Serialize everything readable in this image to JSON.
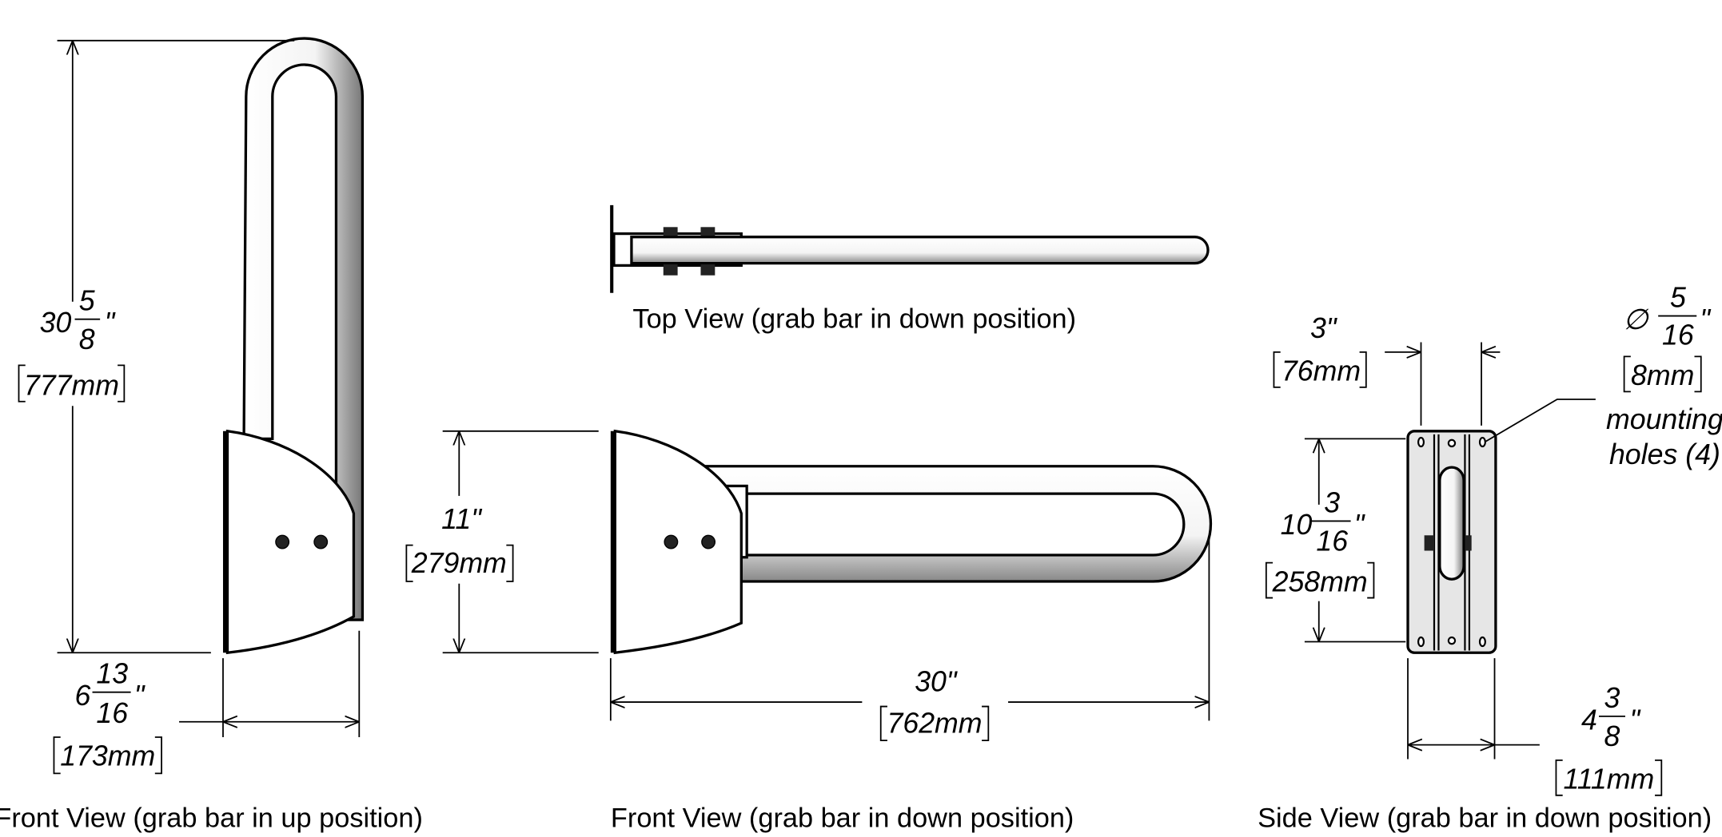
{
  "views": {
    "front_up": {
      "caption": "Front View (grab bar in up position)",
      "height": {
        "whole": "30",
        "num": "5",
        "den": "8",
        "unit": "\"",
        "mm": "777mm"
      },
      "depth": {
        "whole": "6",
        "num": "13",
        "den": "16",
        "unit": "\"",
        "mm": "173mm"
      }
    },
    "top": {
      "caption": "Top View (grab bar in down position)"
    },
    "front_down": {
      "caption": "Front View (grab bar in down position)",
      "height": {
        "whole": "11\"",
        "mm": "279mm"
      },
      "length": {
        "whole": "30\"",
        "mm": "762mm"
      }
    },
    "side": {
      "caption": "Side View (grab bar in down position)",
      "hole_spacing": {
        "whole": "3\"",
        "mm": "76mm"
      },
      "hole_diameter": {
        "symbol": "∅",
        "num": "5",
        "den": "16",
        "unit": "\"",
        "mm": "8mm",
        "note1": "mounting",
        "note2": "holes (4)"
      },
      "plate_height": {
        "whole": "10",
        "num": "3",
        "den": "16",
        "unit": "\"",
        "mm": "258mm"
      },
      "plate_width": {
        "whole": "4",
        "num": "3",
        "den": "8",
        "unit": "\"",
        "mm": "111mm"
      }
    }
  }
}
